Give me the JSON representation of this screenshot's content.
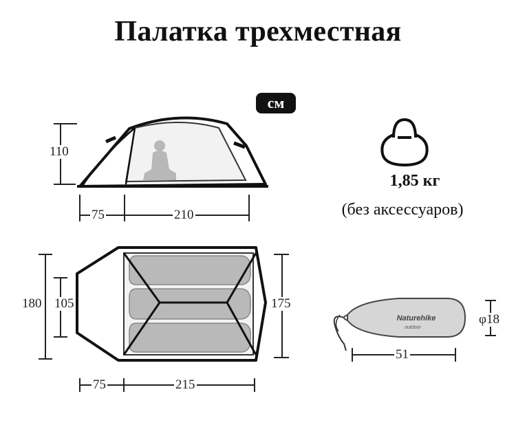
{
  "title": "Палатка трехместная",
  "unit": "см",
  "weight": "1,85 кг",
  "weight_note": "(без аксессуаров)",
  "side_view": {
    "height": "110",
    "vestibule": "75",
    "inner_length": "210"
  },
  "top_view": {
    "outer_width": "180",
    "vestibule_width": "105",
    "inner_width": "175",
    "vestibule": "75",
    "inner_length": "215"
  },
  "pack": {
    "brand": "Naturehike",
    "brand_sub": "outdoor",
    "diameter": "φ18",
    "length": "51"
  },
  "icons": [
    "kettlebell-icon",
    "tent-side-view",
    "tent-top-view",
    "stuff-sack"
  ]
}
